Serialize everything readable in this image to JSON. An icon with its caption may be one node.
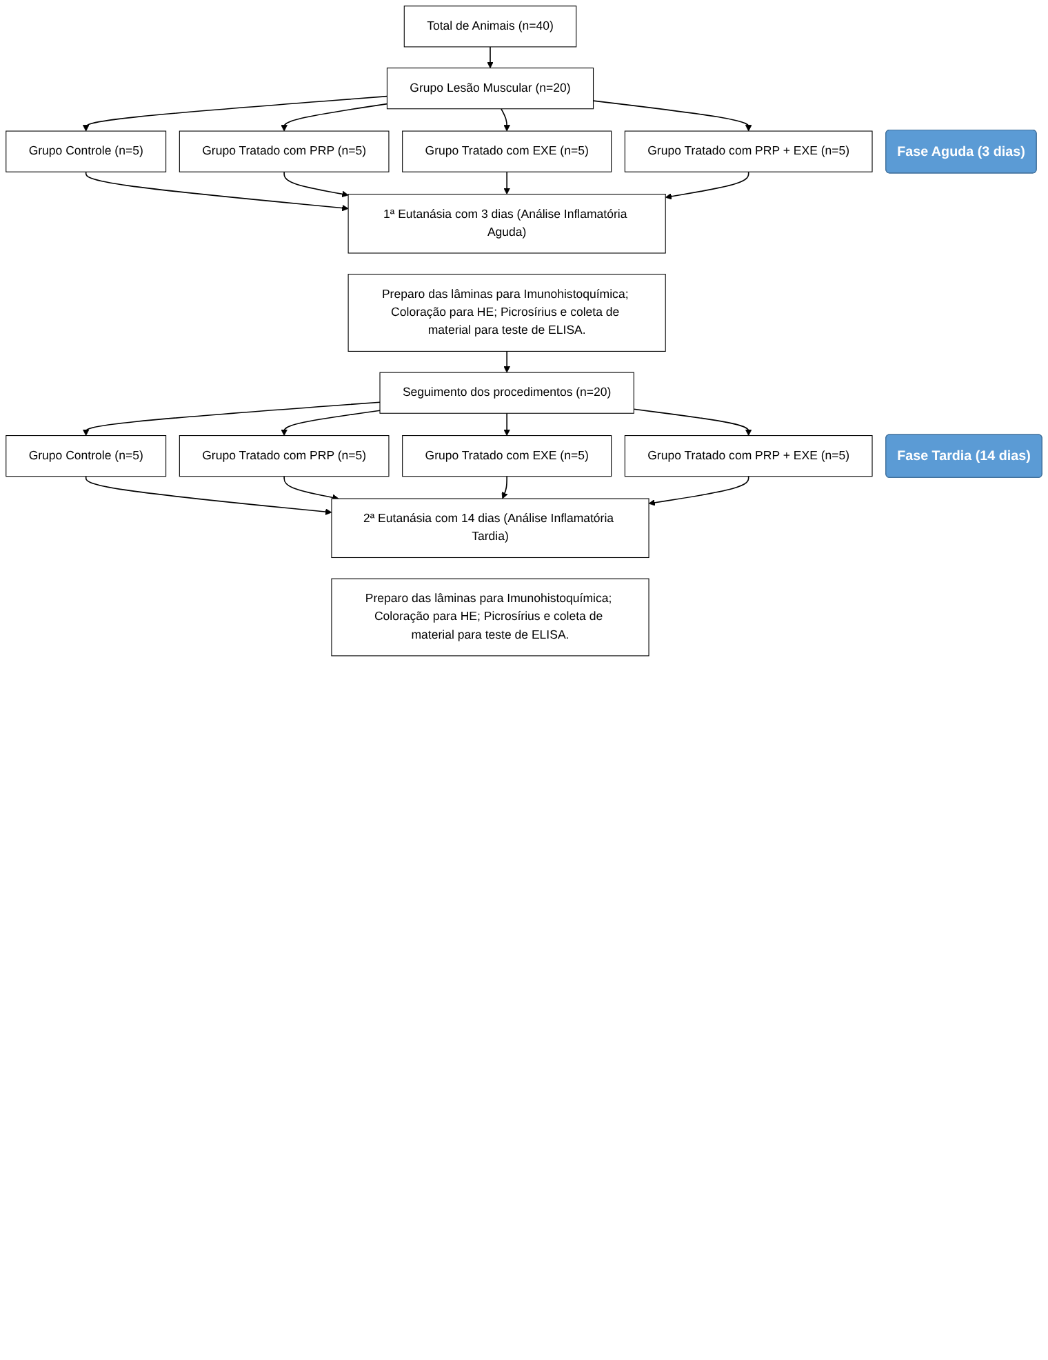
{
  "diagram": {
    "nodes": [
      {
        "text": [
          "Fase Aguda (3 dias)"
        ]
      },
      {
        "text": [
          "Total de Animais (n=40)"
        ]
      },
      {
        "text": [
          "Grupo Lesão Muscular (n=20)"
        ]
      },
      {
        "text": [
          "Grupo Controle (n=5)"
        ]
      },
      {
        "text": [
          "Grupo Tratado com PRP (n=5)"
        ]
      },
      {
        "text": [
          "Grupo Tratado com EXE (n=5)"
        ]
      },
      {
        "text": [
          "Grupo Tratado com PRP + EXE (n=5)"
        ]
      },
      {
        "text": [
          "1ª Eutanásia com 3 dias (Análise Inflamatória Aguda)"
        ]
      },
      {
        "text": [
          "Preparo das lâminas para Imunohistoquímica; Coloração para HE; Picrosírius e coleta de material para teste de ELISA."
        ]
      },
      {
        "text": [
          "Fase Tardia (14 dias)"
        ]
      },
      {
        "text": [
          "Seguimento dos procedimentos (n=20)"
        ]
      },
      {
        "text": [
          "Grupo Controle (n=5)"
        ]
      },
      {
        "text": [
          "Grupo Tratado com PRP (n=5)"
        ]
      },
      {
        "text": [
          "Grupo Tratado com EXE (n=5)"
        ]
      },
      {
        "text": [
          "Grupo Tratado com PRP + EXE (n=5)"
        ]
      },
      {
        "text": [
          "2ª Eutanásia com 14 dias (Análise Inflamatória Tardia)"
        ]
      },
      {
        "text": [
          "Preparo das lâminas para Imunohistoquímica; Coloração para HE; Picrosírius e coleta de material para teste de ELISA."
        ]
      }
    ],
    "edges": [
      {
        "from": 1,
        "to": 2,
        "arrow": "to"
      },
      {
        "from": 2,
        "to": 3,
        "arrow": "to"
      },
      {
        "from": 2,
        "to": 4,
        "arrow": "to"
      },
      {
        "from": 2,
        "to": 5,
        "arrow": "to"
      },
      {
        "from": 2,
        "to": 6,
        "arrow": "to"
      },
      {
        "from": 3,
        "to": 7,
        "arrow": "to"
      },
      {
        "from": 4,
        "to": 7,
        "arrow": "to"
      },
      {
        "from": 5,
        "to": 7,
        "arrow": "to"
      },
      {
        "from": 6,
        "to": 7,
        "arrow": "to"
      },
      {
        "from": 8,
        "to": 10,
        "arrow": "to"
      },
      {
        "from": 10,
        "to": 11,
        "arrow": "to"
      },
      {
        "from": 10,
        "to": 12,
        "arrow": "to"
      },
      {
        "from": 10,
        "to": 13,
        "arrow": "to"
      },
      {
        "from": 10,
        "to": 14,
        "arrow": "to"
      },
      {
        "from": 11,
        "to": 15,
        "arrow": "to"
      },
      {
        "from": 12,
        "to": 15,
        "arrow": "to"
      },
      {
        "from": 13,
        "to": 15,
        "arrow": "to"
      },
      {
        "from": 14,
        "to": 15,
        "arrow": "to"
      }
    ]
  }
}
